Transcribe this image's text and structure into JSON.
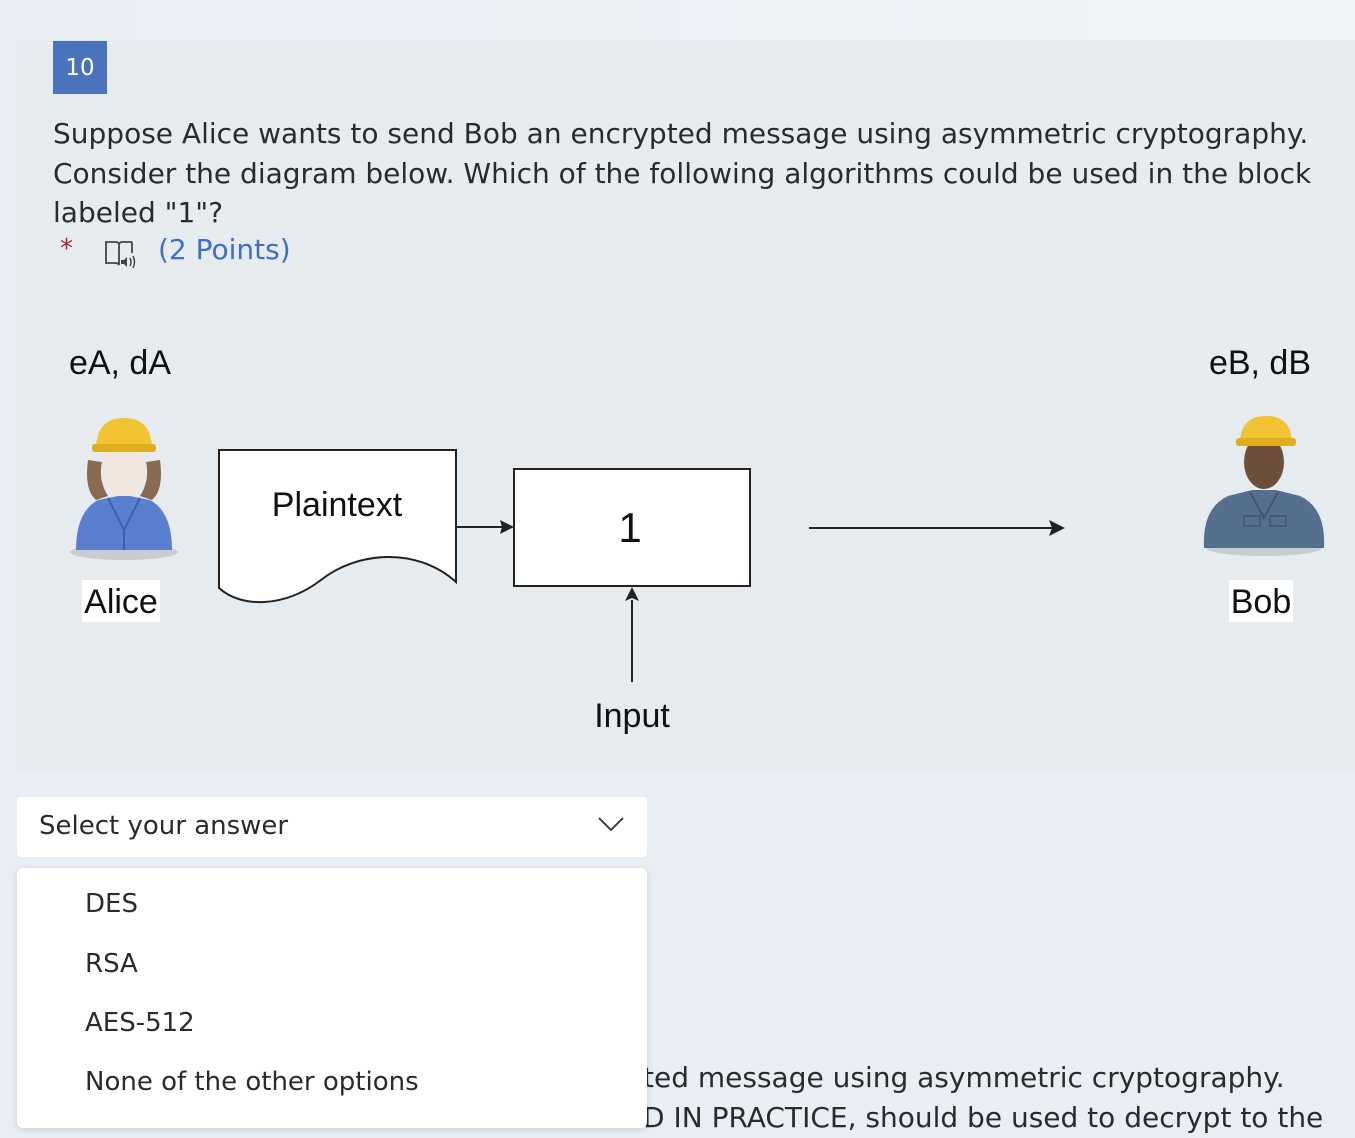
{
  "question": {
    "number": "10",
    "text": "Suppose Alice wants to send Bob an encrypted message using asymmetric cryptography. Consider the diagram below. Which of the following algorithms could be used in the block labeled \"1\"?",
    "required_marker": "*",
    "points": "(2 Points)"
  },
  "diagram": {
    "alice_keys": "eA, dA",
    "bob_keys": "eB, dB",
    "alice_label": "Alice",
    "bob_label": "Bob",
    "plaintext_label": "Plaintext",
    "block_label": "1",
    "input_label": "Input"
  },
  "answer_select": {
    "placeholder": "Select your answer",
    "options": [
      "DES",
      "RSA",
      "AES-512",
      "None of the other options"
    ]
  },
  "next_question_fragment": {
    "line1": "ted message using asymmetric cryptography.",
    "line2": "D IN PRACTICE, should be used to decrypt to the"
  },
  "colors": {
    "question_badge": "#4a73bd",
    "points_link": "#3f6fc0",
    "required_star": "#a4262c"
  }
}
